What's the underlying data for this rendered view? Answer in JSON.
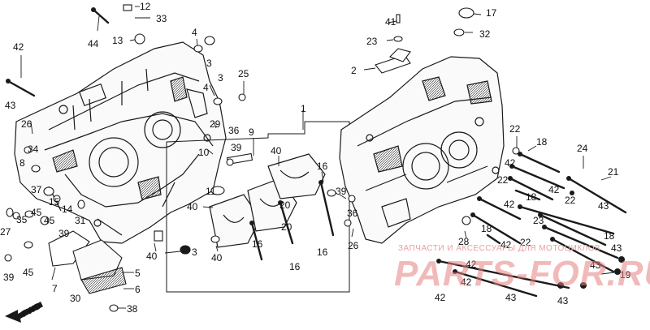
{
  "watermark": {
    "small": "ЗАПЧАСТИ И АКСЕССУАРЫ ДЛЯ МОТОЦИКЛОВ",
    "big": "PARTS-FOR.RU"
  },
  "fwd_label": "FWD",
  "callouts": [
    {
      "id": "c44",
      "text": "44"
    },
    {
      "id": "c12",
      "text": "12"
    },
    {
      "id": "c33",
      "text": "33"
    },
    {
      "id": "c13",
      "text": "13"
    },
    {
      "id": "c42a",
      "text": "42"
    },
    {
      "id": "c43a",
      "text": "43"
    },
    {
      "id": "c4a",
      "text": "4"
    },
    {
      "id": "c3a",
      "text": "3"
    },
    {
      "id": "c4b",
      "text": "4"
    },
    {
      "id": "c3b",
      "text": "3"
    },
    {
      "id": "c25",
      "text": "25"
    },
    {
      "id": "c26a",
      "text": "26"
    },
    {
      "id": "c34",
      "text": "34"
    },
    {
      "id": "c8",
      "text": "8"
    },
    {
      "id": "c29",
      "text": "29"
    },
    {
      "id": "c10",
      "text": "10"
    },
    {
      "id": "c36a",
      "text": "36"
    },
    {
      "id": "c9",
      "text": "9"
    },
    {
      "id": "c39a",
      "text": "39"
    },
    {
      "id": "c40a",
      "text": "40"
    },
    {
      "id": "c37",
      "text": "37"
    },
    {
      "id": "c15",
      "text": "15"
    },
    {
      "id": "c11",
      "text": "11"
    },
    {
      "id": "c14",
      "text": "14"
    },
    {
      "id": "c31",
      "text": "31"
    },
    {
      "id": "c35",
      "text": "35"
    },
    {
      "id": "c45a",
      "text": "45"
    },
    {
      "id": "c45b",
      "text": "45"
    },
    {
      "id": "c27",
      "text": "27"
    },
    {
      "id": "c39b",
      "text": "39"
    },
    {
      "id": "c45c",
      "text": "45"
    },
    {
      "id": "c39c",
      "text": "39"
    },
    {
      "id": "c7",
      "text": "7"
    },
    {
      "id": "c30",
      "text": "30"
    },
    {
      "id": "c5",
      "text": "5"
    },
    {
      "id": "c6",
      "text": "6"
    },
    {
      "id": "c38",
      "text": "38"
    },
    {
      "id": "c40b",
      "text": "40"
    },
    {
      "id": "c3c",
      "text": "3"
    },
    {
      "id": "c40c",
      "text": "40"
    },
    {
      "id": "c40d",
      "text": "40"
    },
    {
      "id": "c16a",
      "text": "16"
    },
    {
      "id": "c20a",
      "text": "20"
    },
    {
      "id": "c16b",
      "text": "16"
    },
    {
      "id": "c20b",
      "text": "20"
    },
    {
      "id": "c16c",
      "text": "16"
    },
    {
      "id": "c16d",
      "text": "16"
    },
    {
      "id": "c39d",
      "text": "39"
    },
    {
      "id": "c36b",
      "text": "36"
    },
    {
      "id": "c26b",
      "text": "26"
    },
    {
      "id": "c1",
      "text": "1"
    },
    {
      "id": "c41",
      "text": "41"
    },
    {
      "id": "c23a",
      "text": "23"
    },
    {
      "id": "c2",
      "text": "2"
    },
    {
      "id": "c17",
      "text": "17"
    },
    {
      "id": "c32",
      "text": "32"
    },
    {
      "id": "c22a",
      "text": "22"
    },
    {
      "id": "c18a",
      "text": "18"
    },
    {
      "id": "c24",
      "text": "24"
    },
    {
      "id": "c42b",
      "text": "42"
    },
    {
      "id": "c21",
      "text": "21"
    },
    {
      "id": "c42c",
      "text": "42"
    },
    {
      "id": "c22b",
      "text": "22"
    },
    {
      "id": "c18b",
      "text": "18"
    },
    {
      "id": "c43b",
      "text": "43"
    },
    {
      "id": "c22c",
      "text": "22"
    },
    {
      "id": "c42d",
      "text": "42"
    },
    {
      "id": "c23b",
      "text": "23"
    },
    {
      "id": "c18c",
      "text": "18"
    },
    {
      "id": "c28",
      "text": "28"
    },
    {
      "id": "c18d",
      "text": "18"
    },
    {
      "id": "c42e",
      "text": "42"
    },
    {
      "id": "c22d",
      "text": "22"
    },
    {
      "id": "c43c",
      "text": "43"
    },
    {
      "id": "c42f",
      "text": "42"
    },
    {
      "id": "c43d",
      "text": "43"
    },
    {
      "id": "c42g",
      "text": "42"
    },
    {
      "id": "c19",
      "text": "19"
    },
    {
      "id": "c42h",
      "text": "42"
    },
    {
      "id": "c43e",
      "text": "43"
    },
    {
      "id": "c43f",
      "text": "43"
    }
  ]
}
